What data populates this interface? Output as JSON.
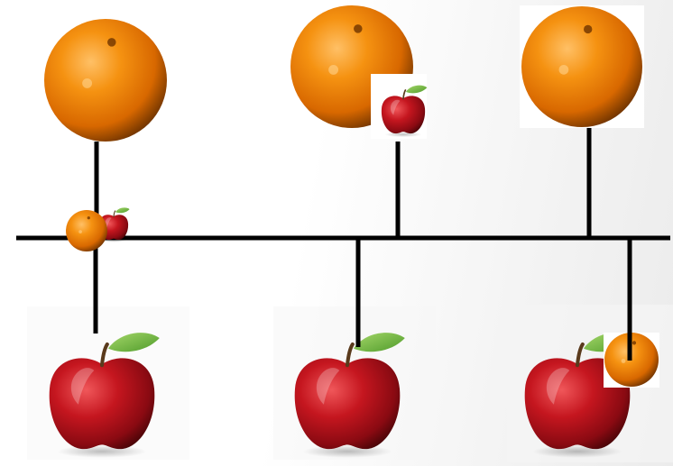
{
  "diagram": {
    "description_free": true,
    "colors": {
      "line": "#000000",
      "orange_light": "#ffb347",
      "orange_mid": "#f07d00",
      "orange_dark": "#7a3a00",
      "apple_light": "#e0393e",
      "apple_mid": "#b0121c",
      "apple_dark": "#4a0508",
      "leaf": "#7fc24a",
      "stem": "#5a3a1c",
      "card": "#ffffff"
    },
    "top_items": [
      {
        "kind": "orange",
        "icon": "orange-icon"
      },
      {
        "kind": "orange",
        "icon": "orange-icon",
        "overlay": "apple-icon"
      },
      {
        "kind": "orange",
        "icon": "orange-icon"
      }
    ],
    "bottom_items": [
      {
        "kind": "apple",
        "icon": "apple-icon"
      },
      {
        "kind": "apple",
        "icon": "apple-icon"
      },
      {
        "kind": "apple",
        "icon": "apple-icon",
        "overlay": "orange-icon"
      }
    ],
    "mid_items": [
      {
        "kind": "orange-and-apple",
        "icon": "orange-apple-pair-icon"
      }
    ]
  }
}
